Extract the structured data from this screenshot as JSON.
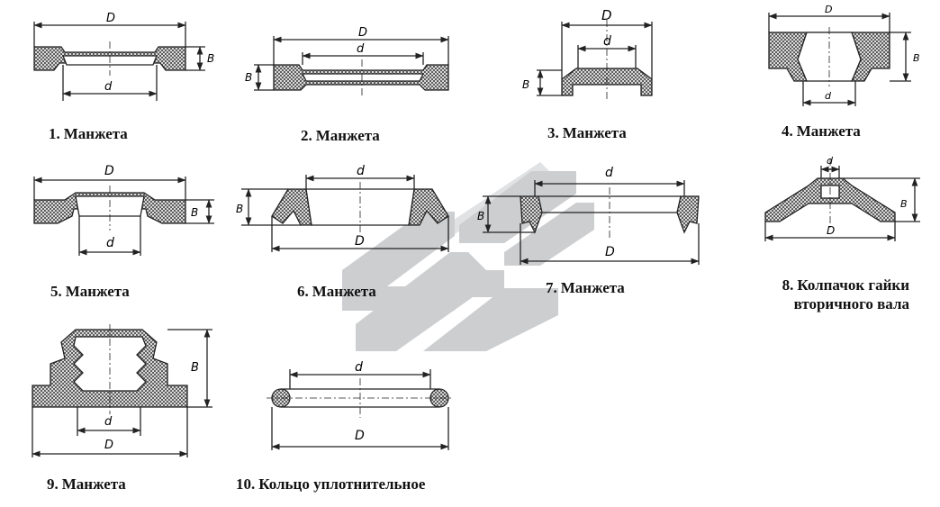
{
  "colors": {
    "ink": "#222222",
    "hatch": "#555555",
    "watermark": "#c7c9cc",
    "paper": "#ffffff"
  },
  "watermark": {
    "icon": "railway-chevron-logo"
  },
  "items": [
    {
      "num": "1.",
      "label": "Манжета",
      "dims": {
        "outer": "D",
        "inner": "d",
        "height": "B"
      }
    },
    {
      "num": "2.",
      "label": "Манжета",
      "dims": {
        "outer": "D",
        "inner": "d",
        "height": "B"
      }
    },
    {
      "num": "3.",
      "label": "Манжета",
      "dims": {
        "outer": "D",
        "inner": "d",
        "height": "B"
      }
    },
    {
      "num": "4.",
      "label": "Манжета",
      "dims": {
        "outer": "D",
        "inner": "d",
        "height": "B"
      }
    },
    {
      "num": "5.",
      "label": "Манжета",
      "dims": {
        "outer": "D",
        "inner": "d",
        "height": "B"
      }
    },
    {
      "num": "6.",
      "label": "Манжета",
      "dims": {
        "outer": "D",
        "inner": "d",
        "height": "B"
      }
    },
    {
      "num": "7.",
      "label": "Манжета",
      "dims": {
        "outer": "D",
        "inner": "d",
        "height": "B"
      }
    },
    {
      "num": "8.",
      "label": "Колпачок гайки",
      "label2": "вторичного вала",
      "dims": {
        "outer": "D",
        "inner": "d",
        "height": "B"
      }
    },
    {
      "num": "9.",
      "label": "Манжета",
      "dims": {
        "outer": "D",
        "inner": "d",
        "height": "B"
      }
    },
    {
      "num": "10.",
      "label": "Кольцо уплотнительное",
      "dims": {
        "outer": "D",
        "inner": "d"
      }
    }
  ]
}
